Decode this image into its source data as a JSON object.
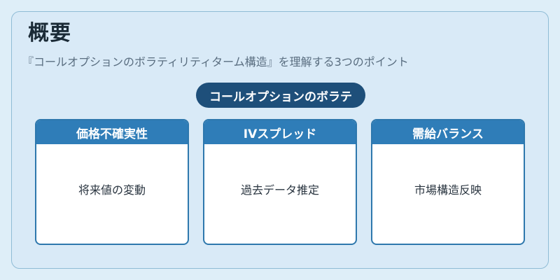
{
  "header": {
    "title": "概要",
    "subtitle": "『コールオプションのボラティリティターム構造』を理解する3つのポイント"
  },
  "center_node": {
    "label": "コールオプションのボラテ"
  },
  "cards": [
    {
      "title": "価格不確実性",
      "body": "将来値の変動"
    },
    {
      "title": "IVスプレッド",
      "body": "過去データ推定"
    },
    {
      "title": "需給バランス",
      "body": "市場構造反映"
    }
  ]
}
